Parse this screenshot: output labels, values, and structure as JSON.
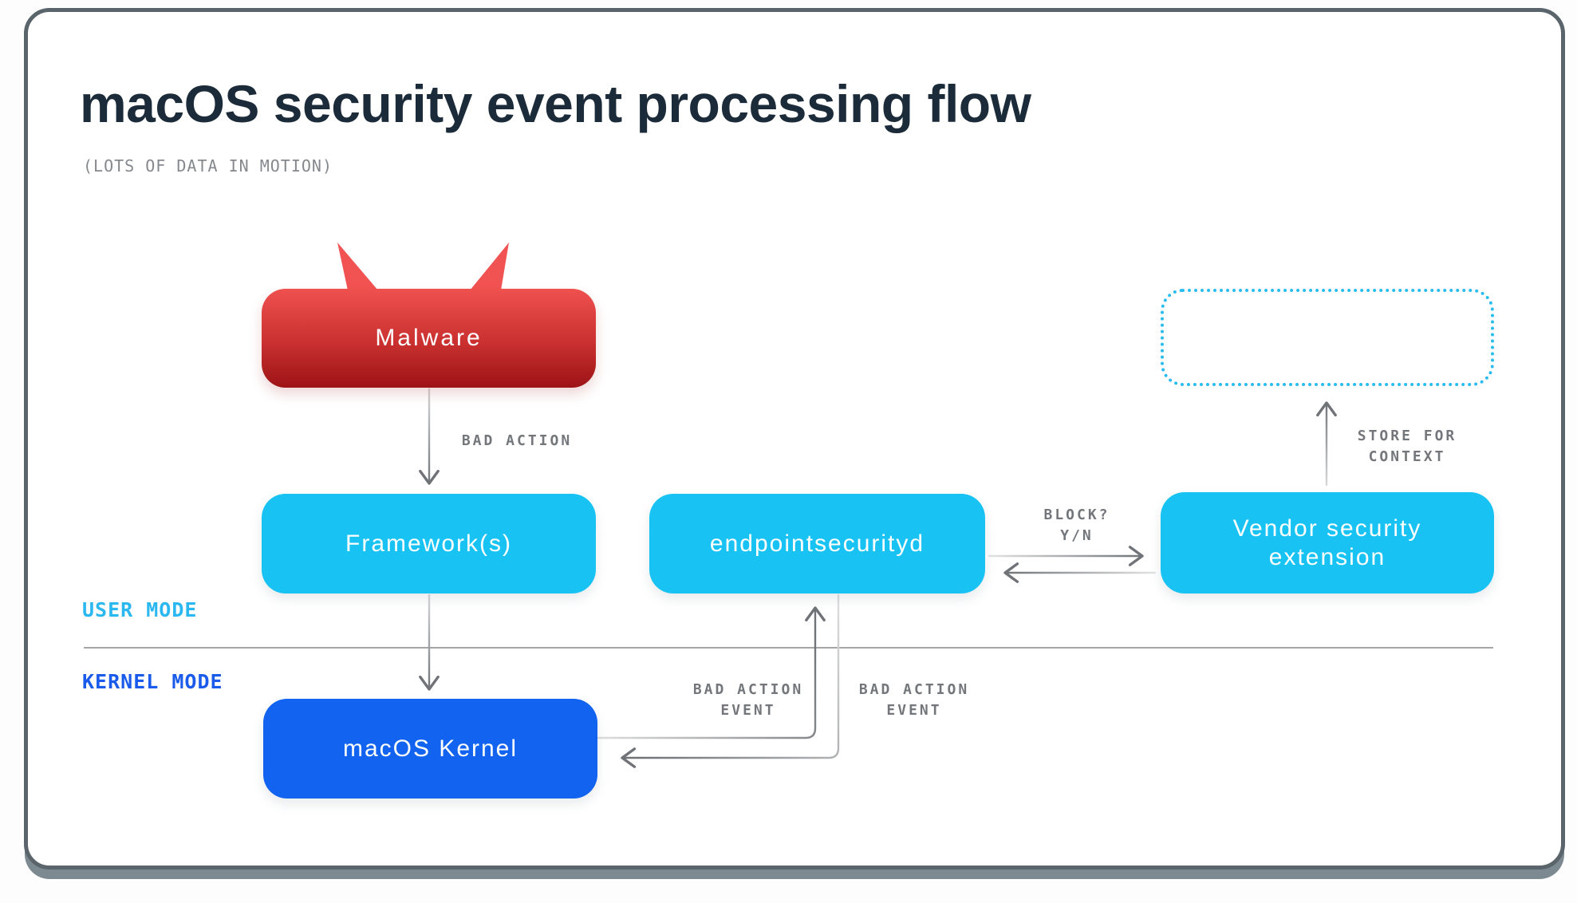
{
  "header": {
    "title": "macOS security event processing flow",
    "subtitle": "(LOTS OF DATA IN MOTION)"
  },
  "zones": {
    "user_mode_label": "USER MODE",
    "kernel_mode_label": "KERNEL MODE"
  },
  "nodes": {
    "malware": {
      "label": "Malware"
    },
    "frameworks": {
      "label": "Framework(s)"
    },
    "endpointsecurityd": {
      "label": "endpointsecurityd"
    },
    "vendor_extension": {
      "label": "Vendor security\nextension"
    },
    "macos_kernel": {
      "label": "macOS Kernel"
    },
    "context_store": {
      "label": ""
    }
  },
  "edges": [
    {
      "from": "malware",
      "to": "frameworks",
      "label": "BAD ACTION"
    },
    {
      "from": "frameworks",
      "to": "macos_kernel",
      "label": ""
    },
    {
      "from": "macos_kernel",
      "to": "endpointsecurityd",
      "label": "BAD ACTION\nEVENT"
    },
    {
      "from": "endpointsecurityd",
      "to": "macos_kernel",
      "label": "BAD ACTION\nEVENT"
    },
    {
      "from": "endpointsecurityd",
      "to": "vendor_extension",
      "label": "BLOCK?\nY/N"
    },
    {
      "from": "vendor_extension",
      "to": "context_store",
      "label": "STORE FOR\nCONTEXT"
    }
  ],
  "colors": {
    "accent_cyan": "#18C3F4",
    "kernel_blue": "#1163F0",
    "malware_red_top": "#EF514F",
    "malware_red_bottom": "#9D1316",
    "user_mode_text": "#2BB7F0",
    "kernel_mode_text": "#1A5BEC",
    "edge_label_gray": "#73767B",
    "arrow_gray": "#6F7276",
    "title_navy": "#1C2B39",
    "dotted_box_cyan": "#29BCF0"
  }
}
